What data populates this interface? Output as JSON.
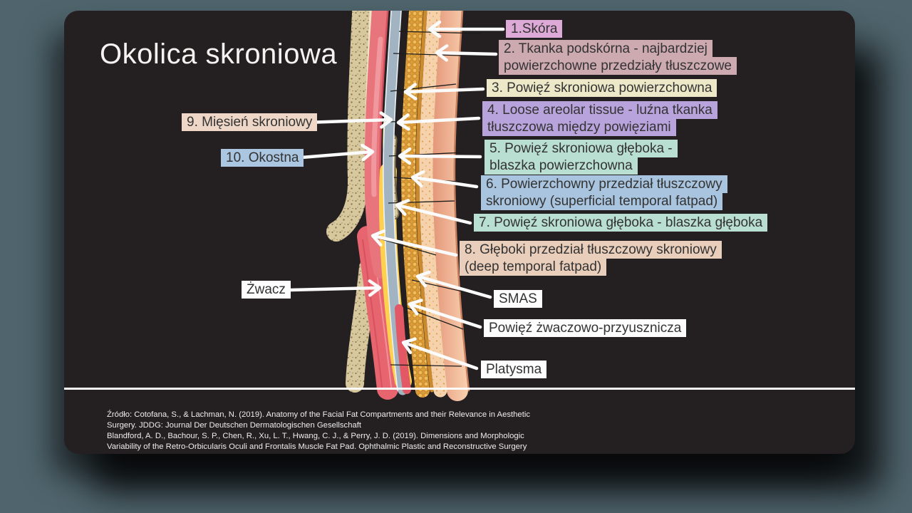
{
  "page": {
    "background_color": "#4f646c"
  },
  "slide": {
    "background_color": "#242021",
    "title": "Okolica skroniowa",
    "divider_color": "#fbfbfb",
    "arrow_color": "#fbfbfb",
    "label_text_color": "#333333"
  },
  "labels": [
    {
      "id": "skora",
      "text": "1.Skóra",
      "bg": "#dda9d6"
    },
    {
      "id": "tkanka-podskorna",
      "text": "2. Tkanka podskórna - najbardziej powierzchowne przedziały tłuszczowe",
      "bg": "#cda9b0"
    },
    {
      "id": "powiez-skroniowa-powierzchowna",
      "text": "3. Powięź skroniowa powierzchowna",
      "bg": "#ede9c8"
    },
    {
      "id": "loose-areolar-tissue",
      "text": "4. Loose areolar tissue - luźna tkanka tłuszczowa między powięziami",
      "bg": "#b9a3dc"
    },
    {
      "id": "powiez-gleboka-blaszka-powierzchowna",
      "text": "5. Powięź skroniowa głęboka - blaszka powierzchowna",
      "bg": "#b9ded2"
    },
    {
      "id": "powierzchowny-przedzial-tluszczowy",
      "text": "6. Powierzchowny przedział tłuszczowy skroniowy (superficial temporal fatpad)",
      "bg": "#a9c4de"
    },
    {
      "id": "powiez-gleboka-blaszka-gleboka",
      "text": "7. Powięź skroniowa głęboka - blaszka głęboka",
      "bg": "#b9ded2"
    },
    {
      "id": "gleboki-przedzial-tluszczowy",
      "text": "8. Głęboki przedział tłuszczowy skroniowy (deep temporal fatpad)",
      "bg": "#e9cebb"
    },
    {
      "id": "smas",
      "text": "SMAS",
      "bg": "#fdfdfd"
    },
    {
      "id": "powiez-zwaczowo-przyusznicza",
      "text": "Powięź żwaczowo-przyusznicza",
      "bg": "#fdfdfd"
    },
    {
      "id": "platysma",
      "text": "Platysma",
      "bg": "#fdfdfd"
    },
    {
      "id": "miesien-skroniowy",
      "text": "9. Mięsień skroniowy",
      "bg": "#eed7c6"
    },
    {
      "id": "okostna",
      "text": "10. Okostna",
      "bg": "#abc6e1"
    },
    {
      "id": "zwacz",
      "text": "Żwacz",
      "bg": "#fdfdfd"
    }
  ],
  "illustration": {
    "name": "temporal-region-tissue-layers-cross-section",
    "layer_colors": {
      "bone": "#d8c89e",
      "temporalis_muscle": "#e8747c",
      "masseter_muscle": "#e6656f",
      "deep_temporal_fat_pad": "#fdd04e",
      "deep_fascia": "#a2b3c2",
      "superficial_fat_honeycomb": "#f2bc58",
      "subcutaneous": "#f5d2ab",
      "skin": "#f0b291",
      "platysma": "#e25864"
    }
  },
  "citation": {
    "lines": [
      "Źródło: Cotofana, S., & Lachman, N. (2019). Anatomy of the Facial Fat Compartments and their Relevance in Aesthetic",
      "Surgery. JDDG: Journal Der Deutschen Dermatologischen Gesellschaft",
      "Blandford, A. D., Bachour, S. P., Chen, R., Xu, L. T., Hwang, C. J., & Perry, J. D. (2019). Dimensions and Morphologic",
      "Variability of the Retro-Orbicularis Oculi and Frontalis Muscle Fat Pad. Ophthalmic Plastic and Reconstructive Surgery"
    ]
  }
}
